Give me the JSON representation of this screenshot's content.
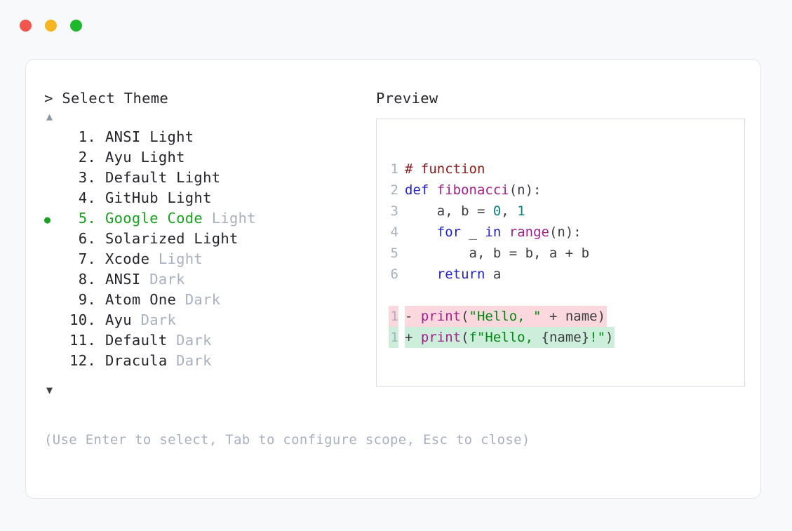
{
  "window": {
    "controls": [
      {
        "name": "close",
        "color": "#f2554c"
      },
      {
        "name": "minimize",
        "color": "#f5b622"
      },
      {
        "name": "maximize",
        "color": "#1fb72e"
      }
    ]
  },
  "picker": {
    "prompt_marker": ">",
    "title": "Select Theme",
    "scroll_up_glyph": "▲",
    "scroll_down_glyph": "▼",
    "selected_index": 5,
    "bullet_glyph": "●",
    "selected_color": "#1aa11f",
    "items": [
      {
        "index": "1.",
        "name": "ANSI",
        "variant": "Light",
        "variant_dim": false,
        "selected": false
      },
      {
        "index": "2.",
        "name": "Ayu",
        "variant": "Light",
        "variant_dim": false,
        "selected": false
      },
      {
        "index": "3.",
        "name": "Default",
        "variant": "Light",
        "variant_dim": false,
        "selected": false
      },
      {
        "index": "4.",
        "name": "GitHub",
        "variant": "Light",
        "variant_dim": false,
        "selected": false
      },
      {
        "index": "5.",
        "name": "Google Code",
        "variant": "Light",
        "variant_dim": true,
        "selected": true
      },
      {
        "index": "6.",
        "name": "Solarized",
        "variant": "Light",
        "variant_dim": false,
        "selected": false
      },
      {
        "index": "7.",
        "name": "Xcode",
        "variant": "Light",
        "variant_dim": true,
        "selected": false
      },
      {
        "index": "8.",
        "name": "ANSI",
        "variant": "Dark",
        "variant_dim": true,
        "selected": false
      },
      {
        "index": "9.",
        "name": "Atom One",
        "variant": "Dark",
        "variant_dim": true,
        "selected": false
      },
      {
        "index": "10.",
        "name": "Ayu",
        "variant": "Dark",
        "variant_dim": true,
        "selected": false
      },
      {
        "index": "11.",
        "name": "Default",
        "variant": "Dark",
        "variant_dim": true,
        "selected": false
      },
      {
        "index": "12.",
        "name": "Dracula",
        "variant": "Dark",
        "variant_dim": true,
        "selected": false
      }
    ]
  },
  "preview": {
    "label": "Preview",
    "code_lines": [
      {
        "ln": "1",
        "tokens": [
          {
            "t": "# function",
            "c": "t-comment"
          }
        ]
      },
      {
        "ln": "2",
        "tokens": [
          {
            "t": "def ",
            "c": "t-kw"
          },
          {
            "t": "fibonacci",
            "c": "t-fn"
          },
          {
            "t": "(n):",
            "c": "t-plain"
          }
        ]
      },
      {
        "ln": "3",
        "tokens": [
          {
            "t": "    a, b = ",
            "c": "t-plain"
          },
          {
            "t": "0",
            "c": "t-num"
          },
          {
            "t": ", ",
            "c": "t-plain"
          },
          {
            "t": "1",
            "c": "t-num"
          }
        ]
      },
      {
        "ln": "4",
        "tokens": [
          {
            "t": "    ",
            "c": "t-plain"
          },
          {
            "t": "for",
            "c": "t-kw"
          },
          {
            "t": " _ ",
            "c": "t-plain"
          },
          {
            "t": "in",
            "c": "t-kw"
          },
          {
            "t": " ",
            "c": "t-plain"
          },
          {
            "t": "range",
            "c": "t-fn"
          },
          {
            "t": "(n):",
            "c": "t-plain"
          }
        ]
      },
      {
        "ln": "5",
        "tokens": [
          {
            "t": "        a, b = b, a + b",
            "c": "t-plain"
          }
        ]
      },
      {
        "ln": "6",
        "tokens": [
          {
            "t": "    ",
            "c": "t-plain"
          },
          {
            "t": "return",
            "c": "t-kw"
          },
          {
            "t": " a",
            "c": "t-plain"
          }
        ]
      }
    ],
    "diff_lines": [
      {
        "ln": "1",
        "kind": "del",
        "marker": "- ",
        "bg": "#fad8dd",
        "tokens": [
          {
            "t": "print",
            "c": "t-fn"
          },
          {
            "t": "(",
            "c": "t-plain"
          },
          {
            "t": "\"Hello, \"",
            "c": "t-str"
          },
          {
            "t": " + name)",
            "c": "t-plain"
          }
        ]
      },
      {
        "ln": "1",
        "kind": "add",
        "marker": "+ ",
        "bg": "#cdeeda",
        "tokens": [
          {
            "t": "print",
            "c": "t-fn"
          },
          {
            "t": "(",
            "c": "t-plain"
          },
          {
            "t": "f\"Hello, ",
            "c": "t-str"
          },
          {
            "t": "{name}",
            "c": "t-plain"
          },
          {
            "t": "!\"",
            "c": "t-str"
          },
          {
            "t": ")",
            "c": "t-plain"
          }
        ]
      }
    ]
  },
  "hint": "(Use Enter to select, Tab to configure scope, Esc to close)"
}
